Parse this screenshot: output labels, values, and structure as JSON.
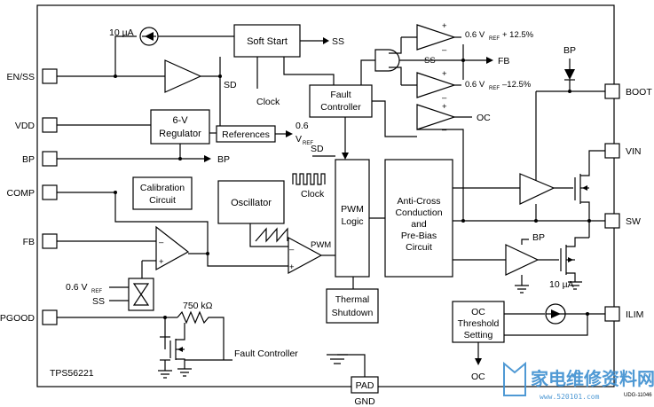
{
  "chip": {
    "name": "TPS56221"
  },
  "pins": {
    "en_ss": "EN/SS",
    "vdd": "VDD",
    "bp": "BP",
    "comp": "COMP",
    "fb": "FB",
    "pgood": "PGOOD",
    "boot": "BOOT",
    "vin": "VIN",
    "sw": "SW",
    "ilim": "ILIM",
    "pad": "PAD",
    "gnd": "GND",
    "bp_top": "BP"
  },
  "blocks": {
    "soft_start": "Soft Start",
    "fault_controller": [
      "Fault",
      "Controller"
    ],
    "regulator": [
      "6-V",
      "Regulator"
    ],
    "references": "References",
    "calibration": [
      "Calibration",
      "Circuit"
    ],
    "oscillator": "Oscillator",
    "pwm_logic": [
      "PWM",
      "Logic"
    ],
    "anti_cross": [
      "Anti-Cross",
      "Conduction",
      "and",
      "Pre-Bias",
      "Circuit"
    ],
    "thermal": [
      "Thermal",
      "Shutdown"
    ],
    "oc_threshold": [
      "OC",
      "Threshold",
      "Setting"
    ]
  },
  "labels": {
    "current_10ua": "10 µA",
    "current_10ua_low": "10 µA",
    "ss_out": "SS",
    "sd": "SD",
    "clock_top": "Clock",
    "clock": "Clock",
    "bp_out": "BP",
    "ref_06": "0.6",
    "vref": "V",
    "vref_sub": "REF",
    "sd_pwm": "SD",
    "pwm": "PWM",
    "comp_hi": "0.6 V",
    "comp_hi_sub": "REF",
    "comp_hi_suffix": " + 12.5%",
    "comp_lo": "0.6 V",
    "comp_lo_sub": "REF",
    "comp_lo_suffix": " –12.5%",
    "ss_gate": "SS",
    "fb_out": "FB",
    "oc": "OC",
    "oc_out": "OC",
    "bp_lowside": "BP",
    "ref_sel": "0.6 V",
    "ref_sel_sub": "REF",
    "ss_sel": "SS",
    "resistor": "750 kΩ",
    "fault_controller_pg": "Fault Controller",
    "plus": "+",
    "minus": "–",
    "doc_code": "UDG-11046"
  },
  "watermark": {
    "text": "家电维修资料网",
    "url": "www.520101.com"
  }
}
